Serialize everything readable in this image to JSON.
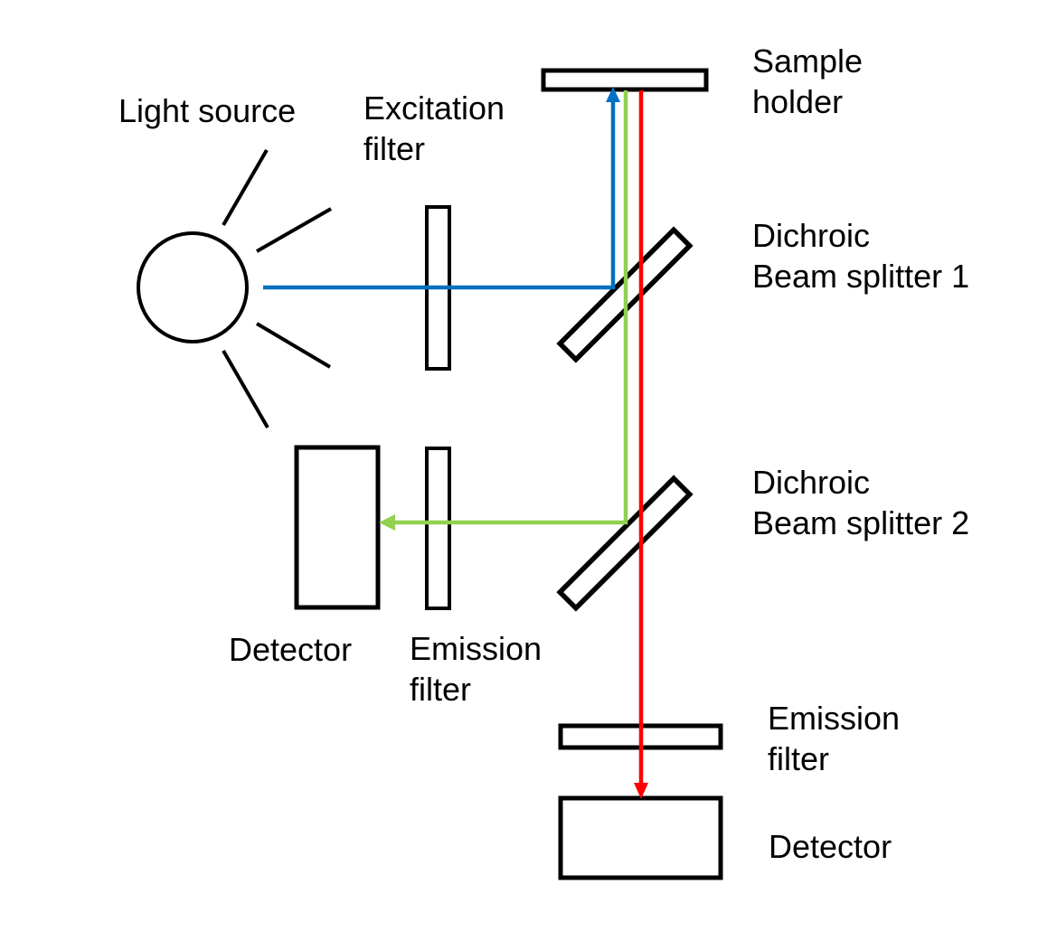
{
  "diagram": {
    "labels": {
      "light_source": "Light source",
      "excitation_filter": [
        "Excitation",
        "filter"
      ],
      "sample_holder": [
        "Sample",
        "holder"
      ],
      "dichroic_beam_splitter_1": [
        "Dichroic",
        "Beam splitter 1"
      ],
      "dichroic_beam_splitter_2": [
        "Dichroic",
        "Beam splitter 2"
      ],
      "detector_left": "Detector",
      "emission_filter_left": [
        "Emission",
        "filter"
      ],
      "emission_filter_bottom": [
        "Emission",
        "filter"
      ],
      "detector_bottom": "Detector"
    },
    "colors": {
      "excitation_beam_blue": "#0070C0",
      "emission_beam_green": "#92D050",
      "emission_beam_red": "#FF0000",
      "outline": "#000000",
      "background": "#FFFFFF"
    }
  }
}
